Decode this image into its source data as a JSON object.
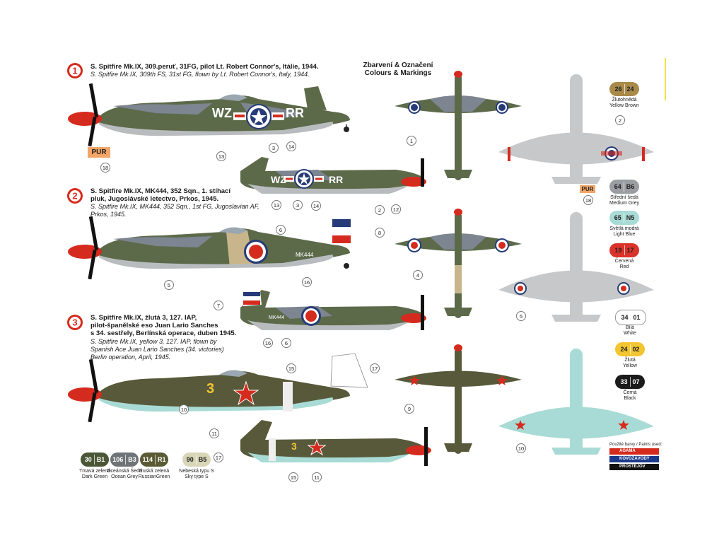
{
  "header": {
    "line1": "Zbarvení & Označení",
    "line2": "Colours & Markings"
  },
  "schemes": [
    {
      "number": "1",
      "title_cz": "S. Spitfire Mk.IX, 309.peruť, 31FG, pilot Lt. Robert Connor's, Itálie, 1944.",
      "title_en": "S. Spitfire Mk.IX, 309th FS, 31st FG, flown by Lt. Robert Connor's, Italy, 1944.",
      "code_left": "WZ",
      "code_right": "RR",
      "tag": "PUR"
    },
    {
      "number": "2",
      "title_cz_lines": [
        "S. Spitfire Mk.IX, MK444, 352 Sqn., 1. stíhací",
        "pluk, Jugoslávské letectvo, Prkos, 1945."
      ],
      "title_en_lines": [
        "S. Spitfire Mk.IX, MK444, 352 Sqn., 1st FG, Jugoslavian AF,",
        "Prkos, 1945."
      ],
      "serial": "MK444"
    },
    {
      "number": "3",
      "title_cz_lines": [
        "S. Spitfire Mk.IX, žlutá 3, 127. IAP,",
        "pilot-španělské eso Juan Lario Sanches",
        "s 34. sestřely, Berlínská operace, duben 1945."
      ],
      "title_en_lines": [
        "S. Spitfire Mk.IX, yellow 3, 127. IAP, flown by",
        "Spanish Ace Juan Lario Sanches (34. victories)",
        "Berlin operation, April, 1945."
      ],
      "code": "3"
    }
  ],
  "callouts": [
    "1",
    "2",
    "3",
    "4",
    "5",
    "6",
    "7",
    "8",
    "9",
    "10",
    "11",
    "12",
    "13",
    "14",
    "15",
    "16",
    "17",
    "18"
  ],
  "colours": [
    {
      "a": "26",
      "b": "24",
      "cz": "Žlutohnědá",
      "en": "Yellow Brown",
      "bg": "#a98a4a",
      "fg": "#222"
    },
    {
      "a": "64",
      "b": "B6",
      "cz": "Střední šedá",
      "en": "Medium Grey",
      "bg": "#9a9ea3",
      "fg": "#222"
    },
    {
      "a": "65",
      "b": "N5",
      "cz": "Světlá modrá",
      "en": "Light Blue",
      "bg": "#a9dbd6",
      "fg": "#222"
    },
    {
      "a": "19",
      "b": "17",
      "cz": "Červená",
      "en": "Red",
      "bg": "#d9332b",
      "fg": "#222"
    },
    {
      "a": "34",
      "b": "01",
      "cz": "Bílá",
      "en": "White",
      "bg": "#ffffff",
      "fg": "#222"
    },
    {
      "a": "24",
      "b": "02",
      "cz": "Žlutá",
      "en": "Yellow",
      "bg": "#f2c531",
      "fg": "#222"
    },
    {
      "a": "33",
      "b": "07",
      "cz": "Černá",
      "en": "Black",
      "bg": "#1b1b1b",
      "fg": "#ffffff"
    }
  ],
  "bottom_colours": [
    {
      "a": "30",
      "b": "B1",
      "cz": "Tmavá zelená",
      "en": "Dark Green",
      "bg": "#4a5636",
      "fg": "#ffffff"
    },
    {
      "a": "106",
      "b": "B3",
      "cz": "Oceánská Šedá",
      "en": "Ocean Grey",
      "bg": "#6e7378",
      "fg": "#ffffff"
    },
    {
      "a": "114",
      "b": "R1",
      "cz": "Ruská zelená",
      "en": "RussianGreen",
      "bg": "#5a5a35",
      "fg": "#ffffff"
    },
    {
      "a": "90",
      "b": "B5",
      "cz": "Nebeská typu S",
      "en": "Sky type S",
      "bg": "#d8d6b7",
      "fg": "#222"
    }
  ],
  "paints_used": "Použité barvy / Paints used:",
  "paint_brands": [
    "AGAMA",
    "KOVOZÁVODY",
    "PROSTĚJOV"
  ]
}
